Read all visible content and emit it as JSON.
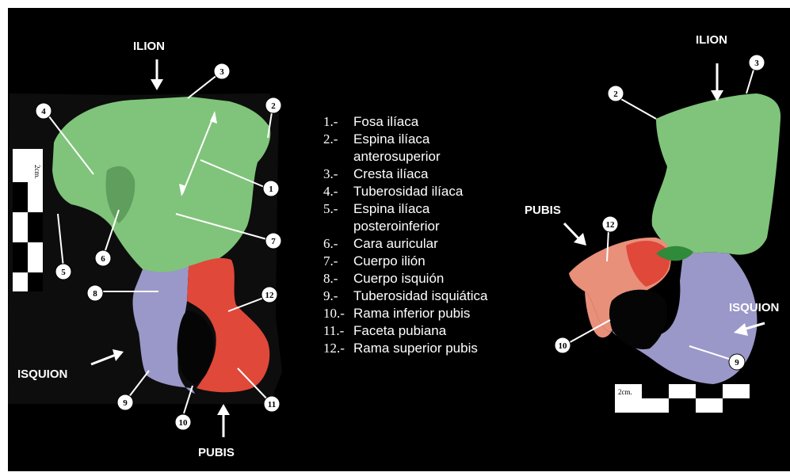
{
  "labels": {
    "left_ilion": "ILION",
    "left_isquion": "ISQUION",
    "left_pubis": "PUBIS",
    "right_ilion": "ILION",
    "right_pubis": "PUBIS",
    "right_isquion": "ISQUION"
  },
  "markers_left": [
    "1",
    "2",
    "3",
    "4",
    "5",
    "6",
    "7",
    "8",
    "9",
    "10",
    "11",
    "12"
  ],
  "markers_right": [
    "2",
    "3",
    "9",
    "10",
    "12"
  ],
  "scale_text": "2cm.",
  "legend": [
    {
      "num": "1.-",
      "text": "Fosa ilíaca"
    },
    {
      "num": "2.-",
      "text": "Espina ilíaca"
    },
    {
      "num": "",
      "text": "anterosuperior"
    },
    {
      "num": "3.-",
      "text": "Cresta ilíaca"
    },
    {
      "num": "4.-",
      "text": "Tuberosidad ilíaca"
    },
    {
      "num": "5.-",
      "text": "Espina ilíaca"
    },
    {
      "num": "",
      "text": "posteroinferior"
    },
    {
      "num": "6.-",
      "text": "Cara auricular"
    },
    {
      "num": "7.-",
      "text": "Cuerpo ilión"
    },
    {
      "num": "8.-",
      "text": "Cuerpo isquión"
    },
    {
      "num": "9.-",
      "text": "Tuberosidad isquiática"
    },
    {
      "num": "10.-",
      "text": "Rama inferior pubis"
    },
    {
      "num": "11.-",
      "text": "Faceta pubiana"
    },
    {
      "num": "12.-",
      "text": "Rama superior pubis"
    }
  ],
  "colors": {
    "ilion": "#7fc47a",
    "isquion": "#9a98c8",
    "pubis": "#e0483a",
    "pubis_right": "#e8907a",
    "background": "#000000",
    "text": "#ffffff"
  }
}
